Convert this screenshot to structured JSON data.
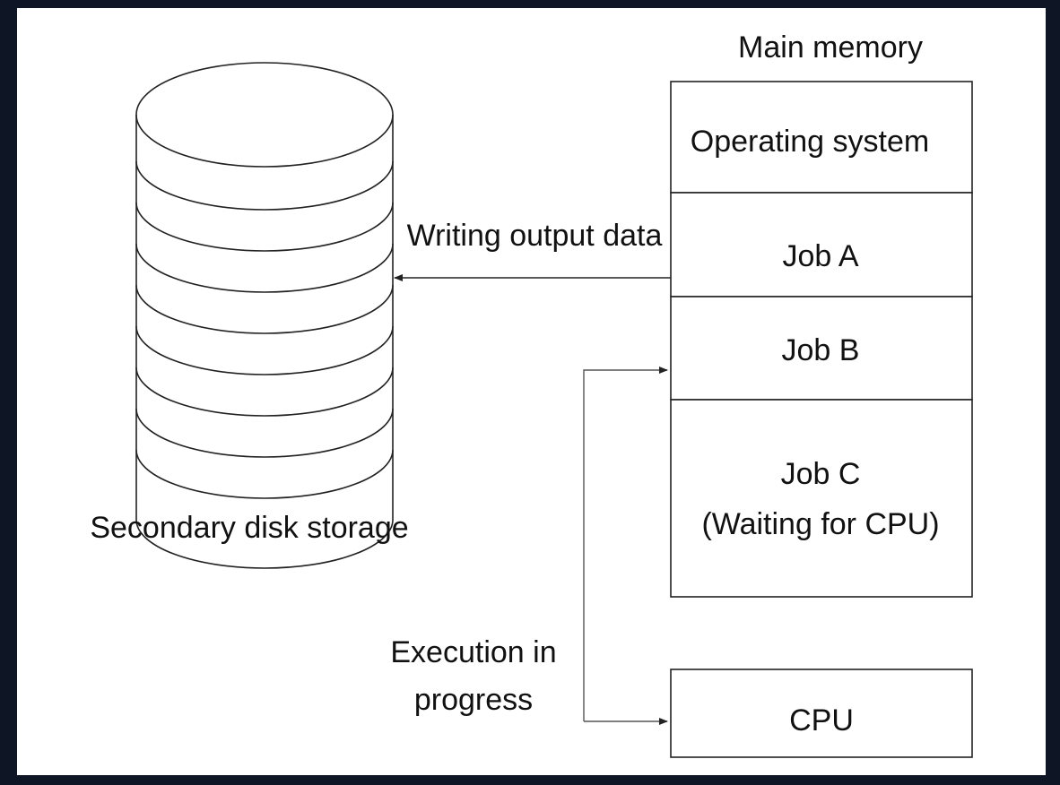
{
  "diagram": {
    "memory_title": "Main memory",
    "memory_blocks": [
      {
        "label": "Operating system"
      },
      {
        "label": "Job A"
      },
      {
        "label": "Job B"
      },
      {
        "label": "Job C",
        "sublabel": "(Waiting for CPU)"
      }
    ],
    "cpu_label": "CPU",
    "disk_label": "Secondary disk storage",
    "write_arrow_label": "Writing output data",
    "exec_label_line1": "Execution in",
    "exec_label_line2": "progress"
  },
  "colors": {
    "background": "#0e1626",
    "panel": "#ffffff",
    "stroke": "#222222",
    "text": "#111111"
  }
}
